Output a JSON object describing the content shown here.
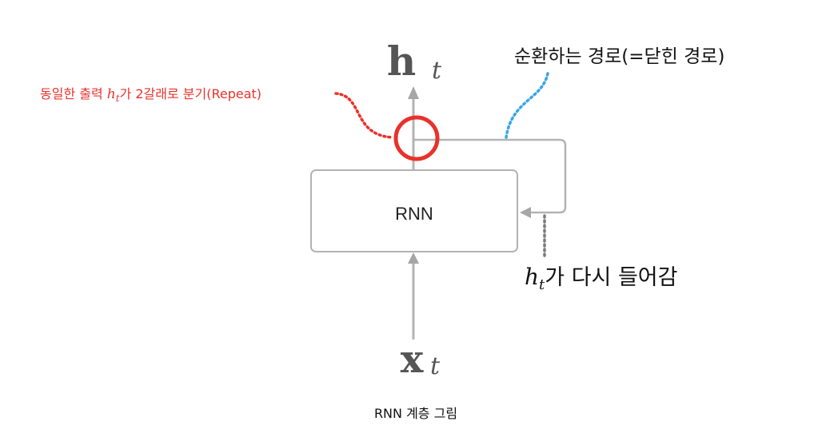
{
  "diagram": {
    "node_label": "RNN",
    "output": {
      "symbol": "h",
      "subscript": "t"
    },
    "input": {
      "symbol": "x",
      "subscript": "t"
    },
    "annotations": {
      "loop": {
        "text": "순환하는 경로(=닫힌 경로)"
      },
      "branch": {
        "prefix": "동일한 출력 ",
        "symbol": "h",
        "subscript": "t",
        "suffix": "가 2갈래로 분기(Repeat)"
      },
      "reenter": {
        "symbol": "h",
        "subscript": "t",
        "suffix": "가 다시 들어감"
      }
    },
    "caption": "RNN 계층 그림",
    "colors": {
      "stroke": "#b3b3b3",
      "arrow": "#a6a6a6",
      "symbol": "#555555",
      "highlight": "#e8322b",
      "loop_dots": "#3aa5e8",
      "reenter_dots": "#7a7a7a",
      "text": "#111111"
    }
  }
}
